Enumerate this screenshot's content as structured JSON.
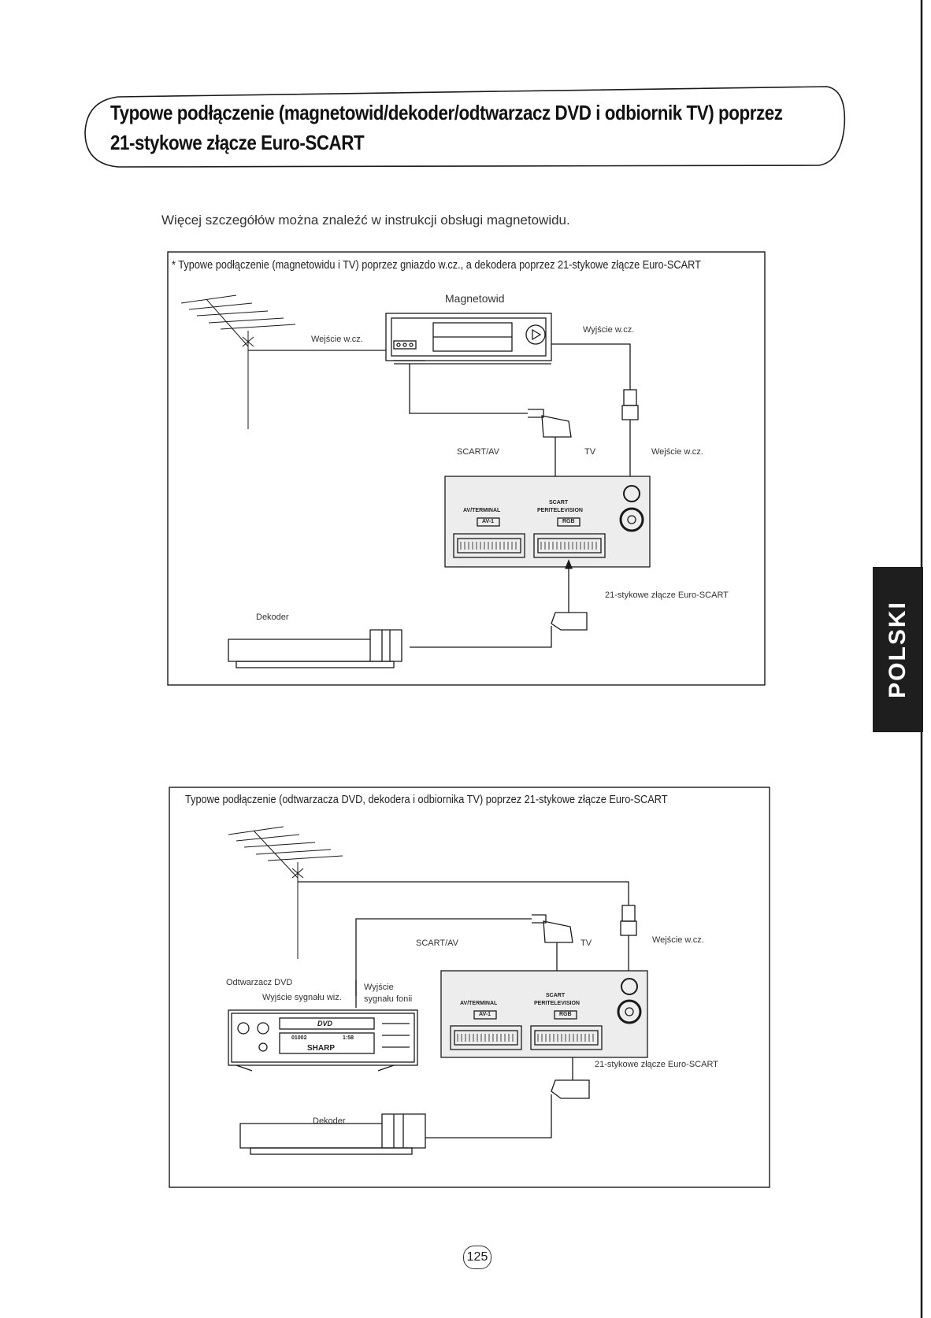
{
  "heading": {
    "line1": "Typowe podłączenie (magnetowid/dekoder/odtwarzacz DVD i odbiornik TV) poprzez",
    "line2": "21-stykowe złącze Euro-SCART"
  },
  "intro": "Więcej szczegółów można znaleźć w instrukcji obsługi magnetowidu.",
  "side_tab": "POLSKI",
  "page_number": "125",
  "diagram1": {
    "caption": "Typowe podłączenie (magnetowidu i TV) poprzez gniazdo w.cz., a dekodera poprzez 21-stykowe złącze Euro-SCART",
    "caption_mark": "*",
    "vcr_label": "Magnetowid",
    "rf_in": "Wejście w.cz.",
    "rf_out": "Wyjście w.cz.",
    "scart_av": "SCART/AV",
    "tv": "TV",
    "tv_rf_in": "Wejście w.cz.",
    "panel_av_terminal": "AV/TERMINAL",
    "panel_scart": "SCART",
    "panel_peritelevision": "PERITELEVISION",
    "panel_av1": "AV-1",
    "panel_rgb": "RGB",
    "euro_scart": "21-stykowe złącze Euro-SCART",
    "decoder": "Dekoder"
  },
  "diagram2": {
    "caption": "Typowe podłączenie (odtwarzacza DVD, dekodera i odbiornika TV) poprzez 21-stykowe złącze Euro-SCART",
    "scart_av": "SCART/AV",
    "tv": "TV",
    "tv_rf_in": "Wejście w.cz.",
    "dvd_player": "Odtwarzacz DVD",
    "video_out": "Wyjście sygnału wiz.",
    "audio_out_1": "Wyjście",
    "audio_out_2": "sygnału fonii",
    "panel_av_terminal": "AV/TERMINAL",
    "panel_scart": "SCART",
    "panel_peritelevision": "PERITELEVISION",
    "panel_av1": "AV-1",
    "panel_rgb": "RGB",
    "euro_scart": "21-stykowe złącze Euro-SCART",
    "decoder": "Dekoder",
    "dvd_logo": "DVD",
    "brand": "SHARP",
    "display_left": "01002",
    "display_right": "1:58"
  },
  "colors": {
    "ink": "#1a1a1a",
    "tab": "#1e1e1e",
    "panel": "#ededed"
  }
}
